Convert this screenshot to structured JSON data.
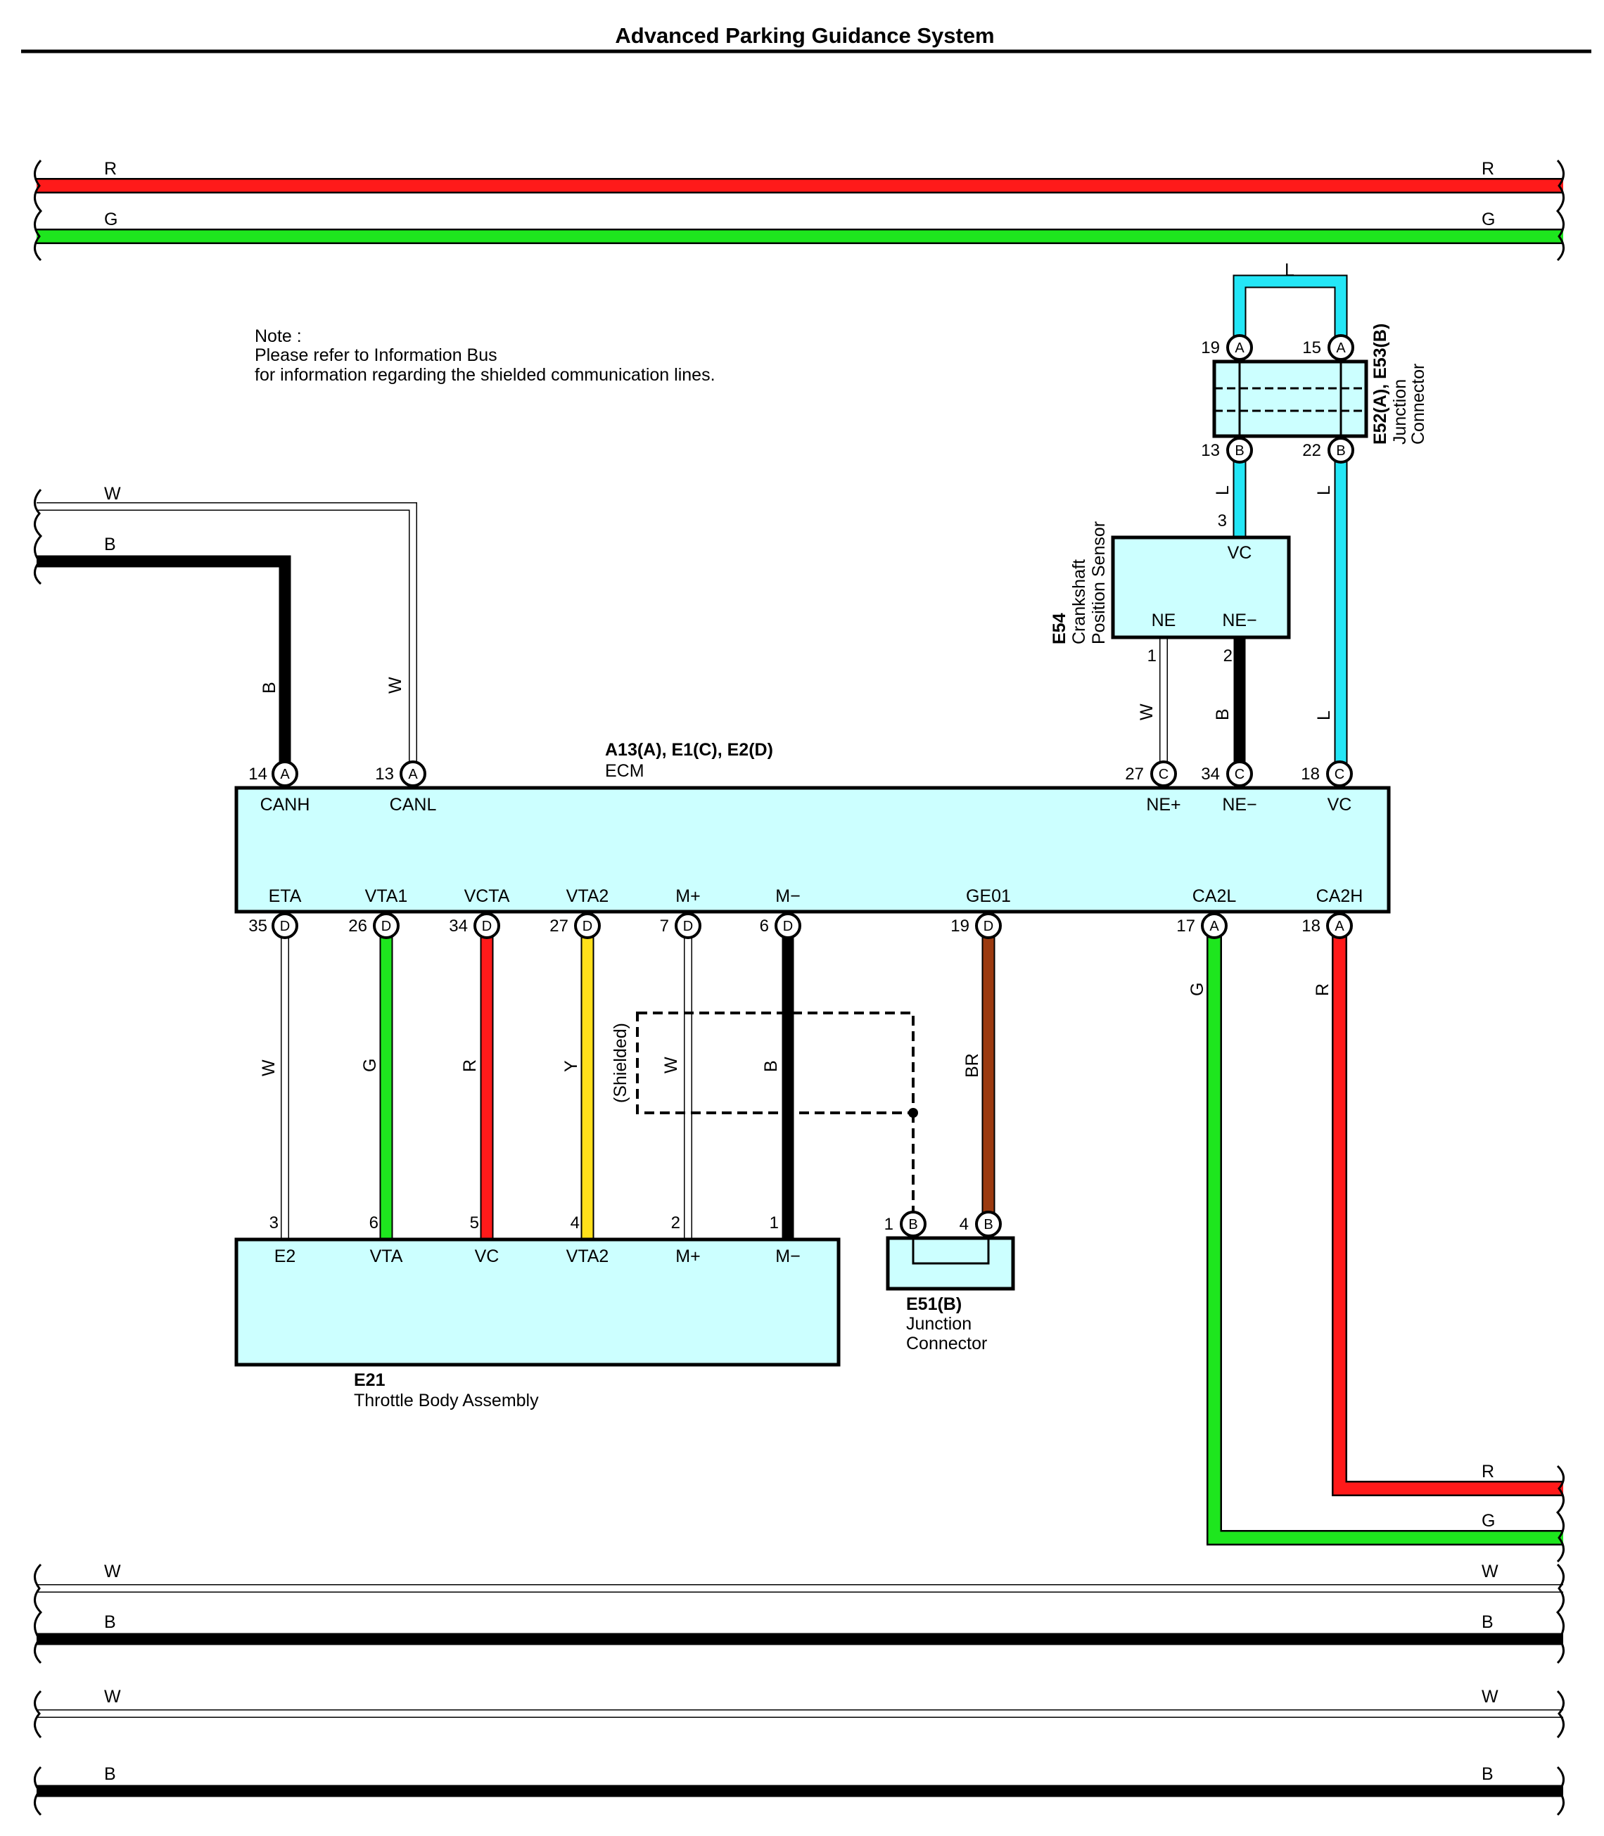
{
  "title": "Advanced Parking Guidance System",
  "note": {
    "line1": "Note :",
    "line2": "Please refer to Information Bus",
    "line3": "for information regarding the shielded communication lines."
  },
  "colors": {
    "R": "#ff1a1a",
    "G": "#1ee61e",
    "B": "#000000",
    "W": "#ffffff",
    "L": "#24e6f6",
    "Y": "#ffe01a",
    "BR": "#9b3a10",
    "box_fill": "#ccffff"
  },
  "wire_labels": {
    "R": "R",
    "G": "G",
    "W": "W",
    "B": "B",
    "L": "L",
    "Y": "Y",
    "BR": "BR",
    "shielded": "(Shielded)"
  },
  "ecm": {
    "id": "A13(A), E1(C), E2(D)",
    "name": "ECM",
    "top_pins": [
      {
        "num": "14",
        "letter": "A",
        "label": "CANH"
      },
      {
        "num": "13",
        "letter": "A",
        "label": "CANL"
      },
      {
        "num": "27",
        "letter": "C",
        "label": "NE+"
      },
      {
        "num": "34",
        "letter": "C",
        "label": "NE−"
      },
      {
        "num": "18",
        "letter": "C",
        "label": "VC"
      }
    ],
    "bottom_pins": [
      {
        "num": "35",
        "letter": "D",
        "label": "ETA"
      },
      {
        "num": "26",
        "letter": "D",
        "label": "VTA1"
      },
      {
        "num": "34",
        "letter": "D",
        "label": "VCTA"
      },
      {
        "num": "27",
        "letter": "D",
        "label": "VTA2"
      },
      {
        "num": "7",
        "letter": "D",
        "label": "M+"
      },
      {
        "num": "6",
        "letter": "D",
        "label": "M−"
      },
      {
        "num": "19",
        "letter": "D",
        "label": "GE01"
      },
      {
        "num": "17",
        "letter": "A",
        "label": "CA2L"
      },
      {
        "num": "18",
        "letter": "A",
        "label": "CA2H"
      }
    ]
  },
  "throttle": {
    "id": "E21",
    "name": "Throttle Body Assembly",
    "pins": [
      {
        "num": "3",
        "label": "E2"
      },
      {
        "num": "6",
        "label": "VTA"
      },
      {
        "num": "5",
        "label": "VC"
      },
      {
        "num": "4",
        "label": "VTA2"
      },
      {
        "num": "2",
        "label": "M+"
      },
      {
        "num": "1",
        "label": "M−"
      }
    ]
  },
  "e51": {
    "id": "E51(B)",
    "name1": "Junction",
    "name2": "Connector",
    "pins": [
      {
        "num": "1",
        "letter": "B"
      },
      {
        "num": "4",
        "letter": "B"
      }
    ]
  },
  "e54": {
    "id": "E54",
    "name1": "Crankshaft",
    "name2": "Position Sensor",
    "pins": [
      {
        "num": "3",
        "label": "VC"
      },
      {
        "num": "1",
        "label": "NE"
      },
      {
        "num": "2",
        "label": "NE−"
      }
    ]
  },
  "e52": {
    "id": "E52(A), E53(B)",
    "name1": "Junction",
    "name2": "Connector",
    "pins": [
      {
        "num": "19",
        "letter": "A"
      },
      {
        "num": "15",
        "letter": "A"
      },
      {
        "num": "13",
        "letter": "B"
      },
      {
        "num": "22",
        "letter": "B"
      }
    ]
  }
}
